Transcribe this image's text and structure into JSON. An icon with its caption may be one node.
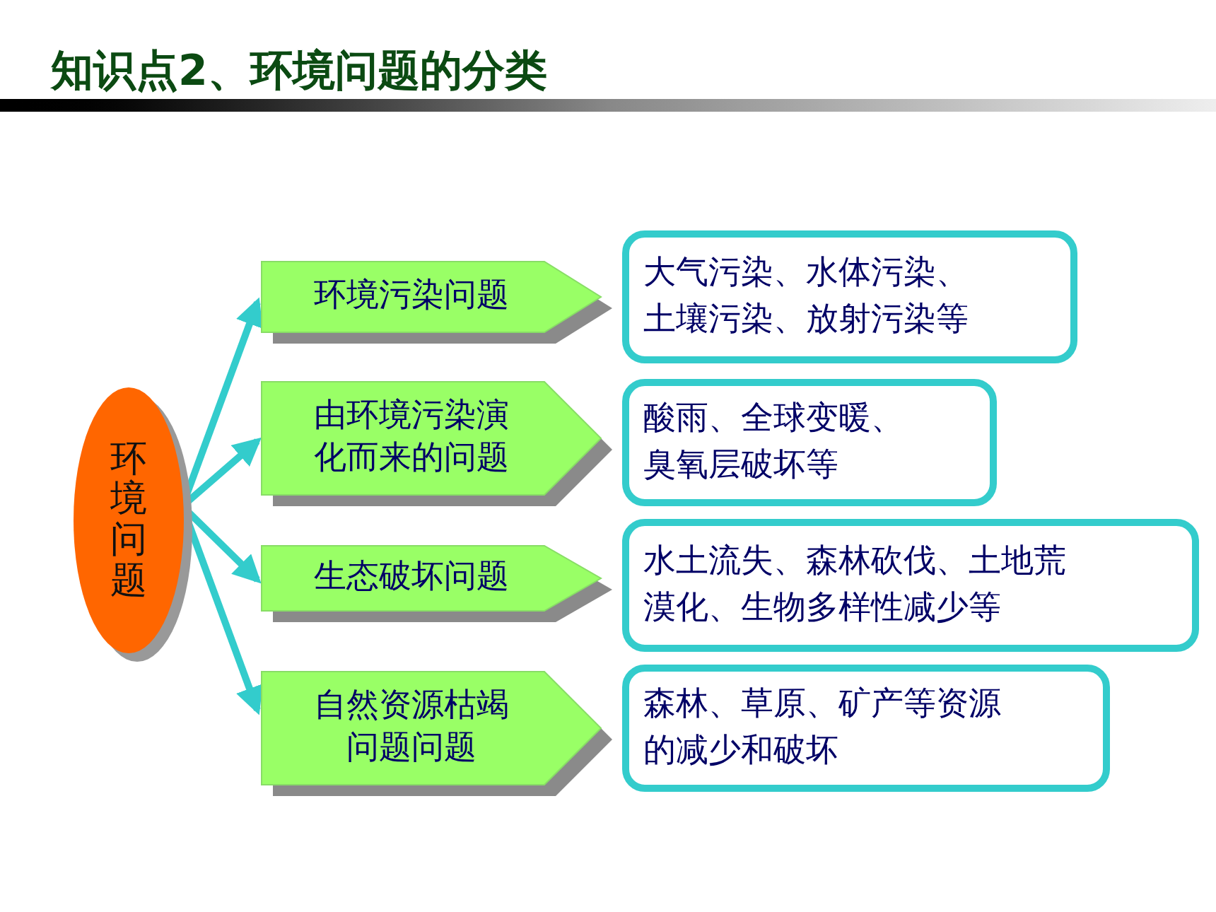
{
  "diagram": {
    "title": "知识点2、环境问题的分类",
    "nodes": [
      {
        "text": [
          "环境问题"
        ]
      },
      {
        "text": [
          "环境污染问题"
        ]
      },
      {
        "text": [
          "由环境污染演化而来的问题"
        ]
      },
      {
        "text": [
          "生态破坏问题"
        ]
      },
      {
        "text": [
          "自然资源枯竭问题问题"
        ]
      },
      {
        "text": [
          "大气污染、水体污染、土壤污染、放射污染等"
        ]
      },
      {
        "text": [
          "酸雨、全球变暖、臭氧层破坏等"
        ]
      },
      {
        "text": [
          "水土流失、森林砍伐、土地荒漠化、生物多样性减少等"
        ]
      },
      {
        "text": [
          "森林、草原、矿产等资源的减少和破坏"
        ]
      }
    ],
    "edges": [
      {
        "from": 0,
        "to": 1,
        "arrow": "to"
      },
      {
        "from": 0,
        "to": 2,
        "arrow": "to"
      },
      {
        "from": 0,
        "to": 3,
        "arrow": "to"
      },
      {
        "from": 0,
        "to": 4,
        "arrow": "to"
      }
    ]
  }
}
